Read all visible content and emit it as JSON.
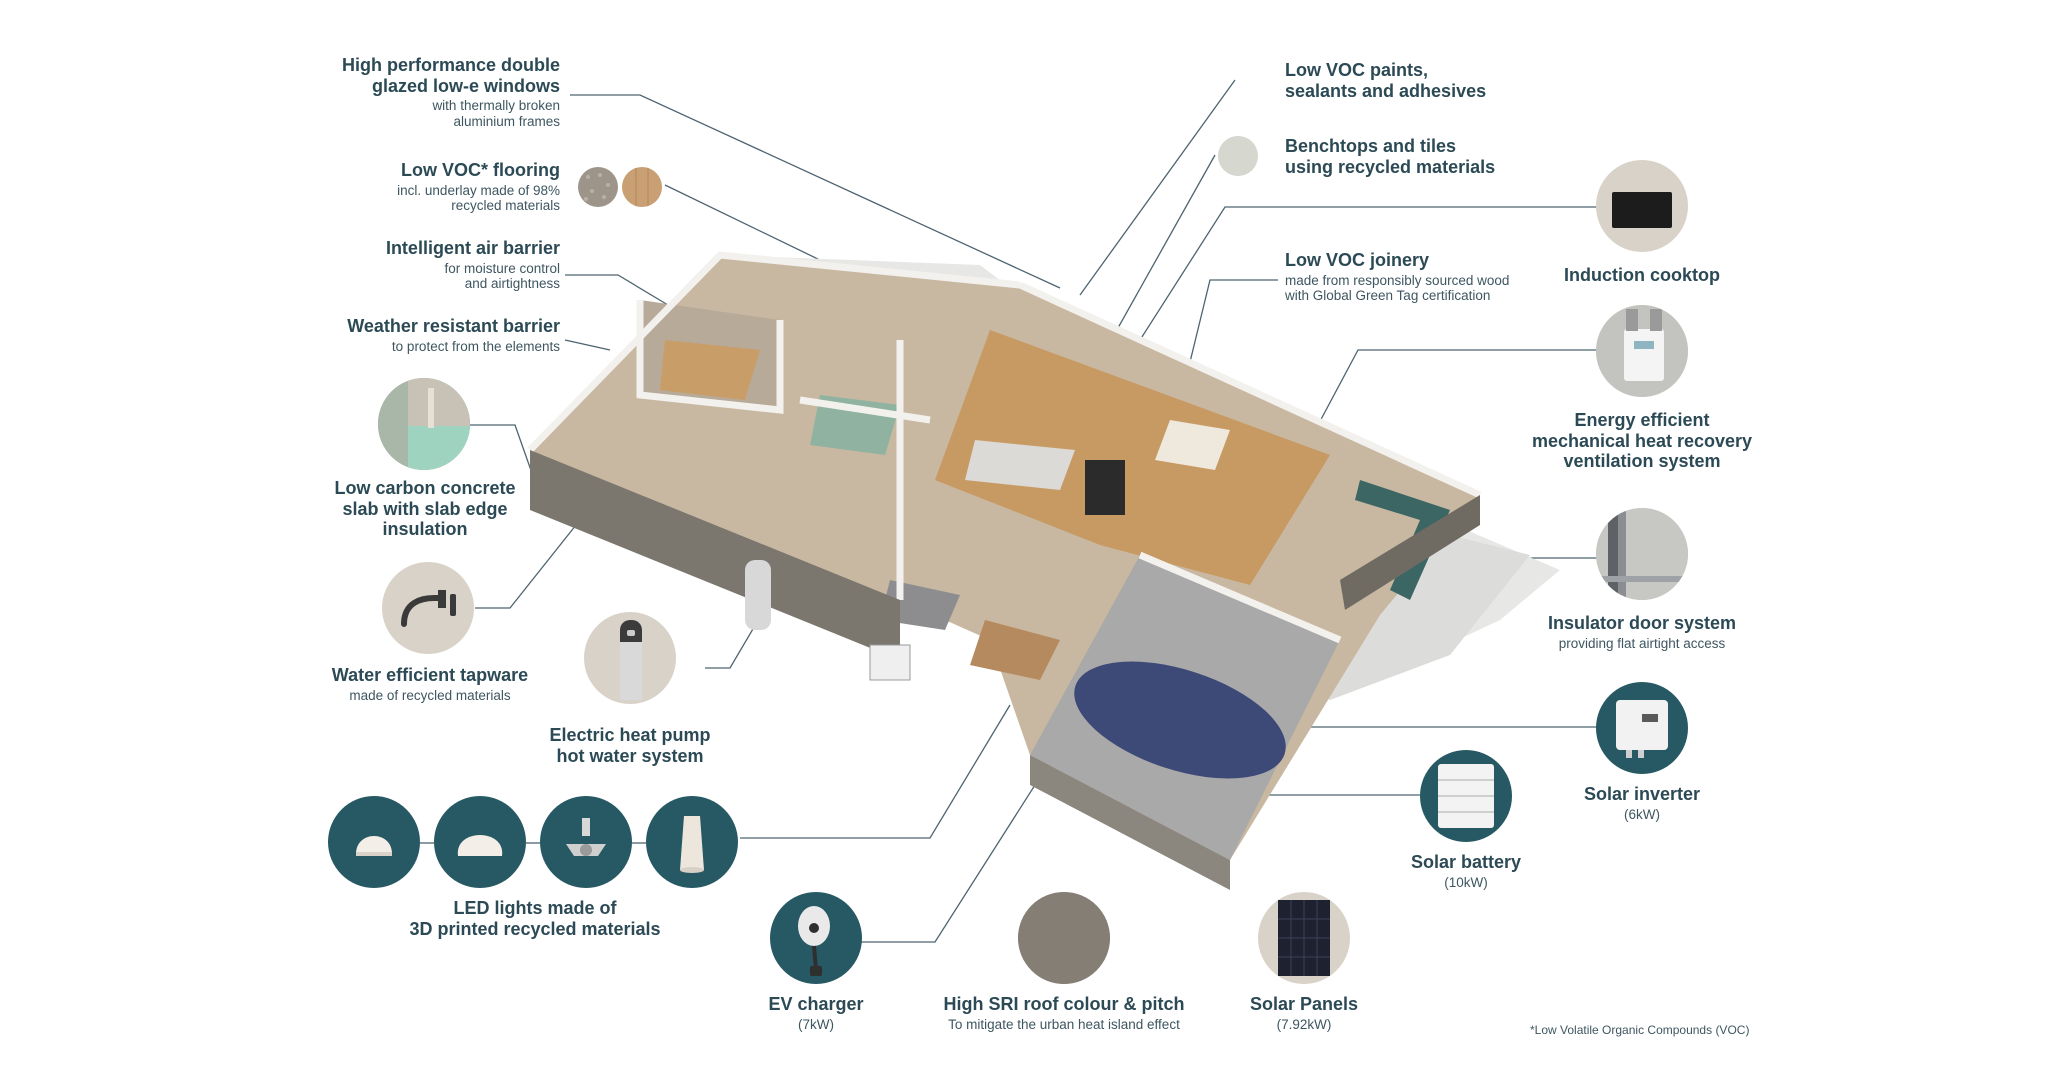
{
  "labels": {
    "windows": {
      "title_1": "High performance double",
      "title_2": "glazed low-e windows",
      "sub_1": "with thermally broken",
      "sub_2": "aluminium frames"
    },
    "flooring": {
      "title": "Low VOC* flooring",
      "sub_1": "incl. underlay made of 98%",
      "sub_2": "recycled materials"
    },
    "air_barrier": {
      "title": "Intelligent air barrier",
      "sub_1": "for moisture control",
      "sub_2": "and airtightness"
    },
    "weather_barrier": {
      "title": "Weather resistant barrier",
      "sub_1": "to protect from the elements"
    },
    "concrete": {
      "title_1": "Low carbon concrete",
      "title_2": "slab with slab edge",
      "title_3": "insulation"
    },
    "tapware": {
      "title": "Water efficient tapware",
      "sub_1": "made of recycled materials"
    },
    "heat_pump": {
      "title_1": "Electric heat pump",
      "title_2": "hot water system"
    },
    "led": {
      "title_1": "LED lights made of",
      "title_2": "3D printed recycled materials"
    },
    "ev_charger": {
      "title": "EV charger",
      "sub_1": "(7kW)"
    },
    "roof": {
      "title": "High SRI roof colour & pitch",
      "sub_1": "To mitigate the urban heat island effect"
    },
    "solar_panels": {
      "title": "Solar Panels",
      "sub_1": "(7.92kW)"
    },
    "paints": {
      "title_1": "Low VOC paints,",
      "title_2": "sealants and adhesives"
    },
    "benchtops": {
      "title_1": "Benchtops and tiles",
      "title_2": "using recycled materials"
    },
    "joinery": {
      "title": "Low VOC joinery",
      "sub_1": "made from responsibly sourced wood",
      "sub_2": "with Global Green Tag certification"
    },
    "cooktop": {
      "title": "Induction cooktop"
    },
    "ventilation": {
      "title_1": "Energy efficient",
      "title_2": "mechanical heat recovery",
      "title_3": "ventilation system"
    },
    "insulator_door": {
      "title": "Insulator door system",
      "sub_1": "providing flat airtight access"
    },
    "solar_inverter": {
      "title": "Solar inverter",
      "sub_1": "(6kW)"
    },
    "solar_battery": {
      "title": "Solar battery",
      "sub_1": "(10kW)"
    }
  },
  "footnote": "*Low Volatile Organic Compounds (VOC)",
  "colors": {
    "text": "#2c4a55",
    "accent_dark": "#275965",
    "beige": "#d9d2c8",
    "leader": "#4d6470"
  }
}
